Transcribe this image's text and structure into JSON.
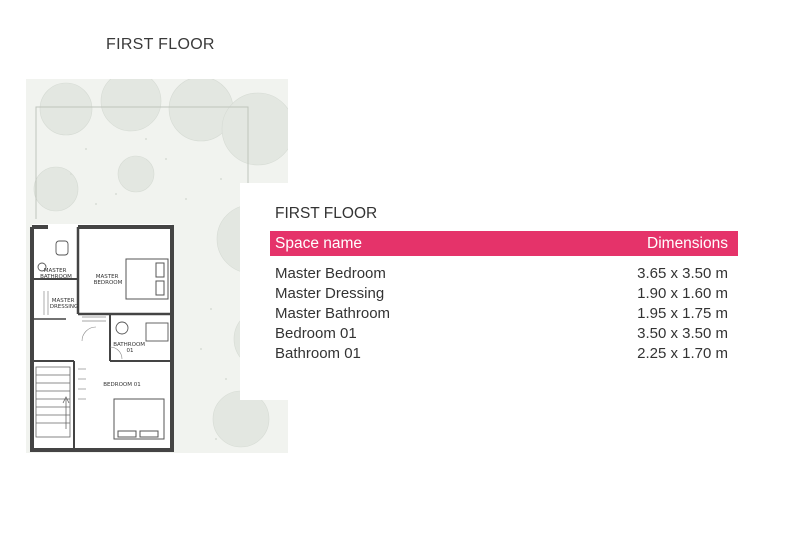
{
  "page_heading": "FIRST FLOOR",
  "plan": {
    "room_labels": {
      "master_bathroom": [
        "MASTER",
        "BATHROOM"
      ],
      "master_bedroom": [
        "MASTER",
        "BEDROOM"
      ],
      "master_dressing": [
        "MASTER",
        "DRESSING"
      ],
      "bathroom_01": [
        "BATHROOM",
        "01"
      ],
      "bedroom_01": "BEDROOM 01"
    }
  },
  "panel": {
    "title": "FIRST FLOOR",
    "header": {
      "name_label": "Space name",
      "dim_label": "Dimensions"
    },
    "accent_color": "#e5336a",
    "rows": [
      {
        "name": "Master Bedroom",
        "dim": "3.65 x 3.50 m"
      },
      {
        "name": "Master Dressing",
        "dim": "1.90 x 1.60 m"
      },
      {
        "name": "Master Bathroom",
        "dim": "1.95 x 1.75 m"
      },
      {
        "name": "Bedroom 01",
        "dim": "3.50 x 3.50 m"
      },
      {
        "name": "Bathroom 01",
        "dim": "2.25 x 1.70 m"
      }
    ]
  }
}
